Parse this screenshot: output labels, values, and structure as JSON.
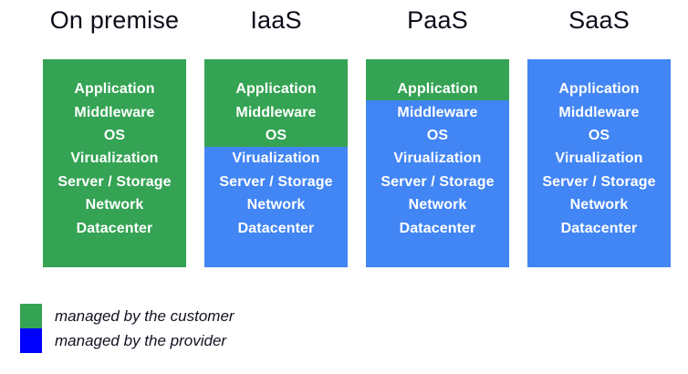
{
  "theme": {
    "background": "#ffffff",
    "customer_color": "#34a353",
    "provider_color": "#4285f4",
    "legend_provider_color": "#0000ff",
    "title_color": "#0d0d1a",
    "layer_text_color": "#ffffff"
  },
  "layers": [
    "Application",
    "Middleware",
    "OS",
    "Virualization",
    "Server / Storage",
    "Network",
    "Datacenter"
  ],
  "columns": [
    {
      "title": "On premise",
      "managed": [
        "customer",
        "customer",
        "customer",
        "customer",
        "customer",
        "customer",
        "customer"
      ]
    },
    {
      "title": "IaaS",
      "managed": [
        "customer",
        "customer",
        "customer",
        "provider",
        "provider",
        "provider",
        "provider"
      ]
    },
    {
      "title": "PaaS",
      "managed": [
        "customer",
        "provider",
        "provider",
        "provider",
        "provider",
        "provider",
        "provider"
      ]
    },
    {
      "title": "SaaS",
      "managed": [
        "provider",
        "provider",
        "provider",
        "provider",
        "provider",
        "provider",
        "provider"
      ]
    }
  ],
  "legend": [
    {
      "swatch": "customer",
      "label": "managed by the customer"
    },
    {
      "swatch": "provider",
      "label": "managed by the provider"
    }
  ]
}
